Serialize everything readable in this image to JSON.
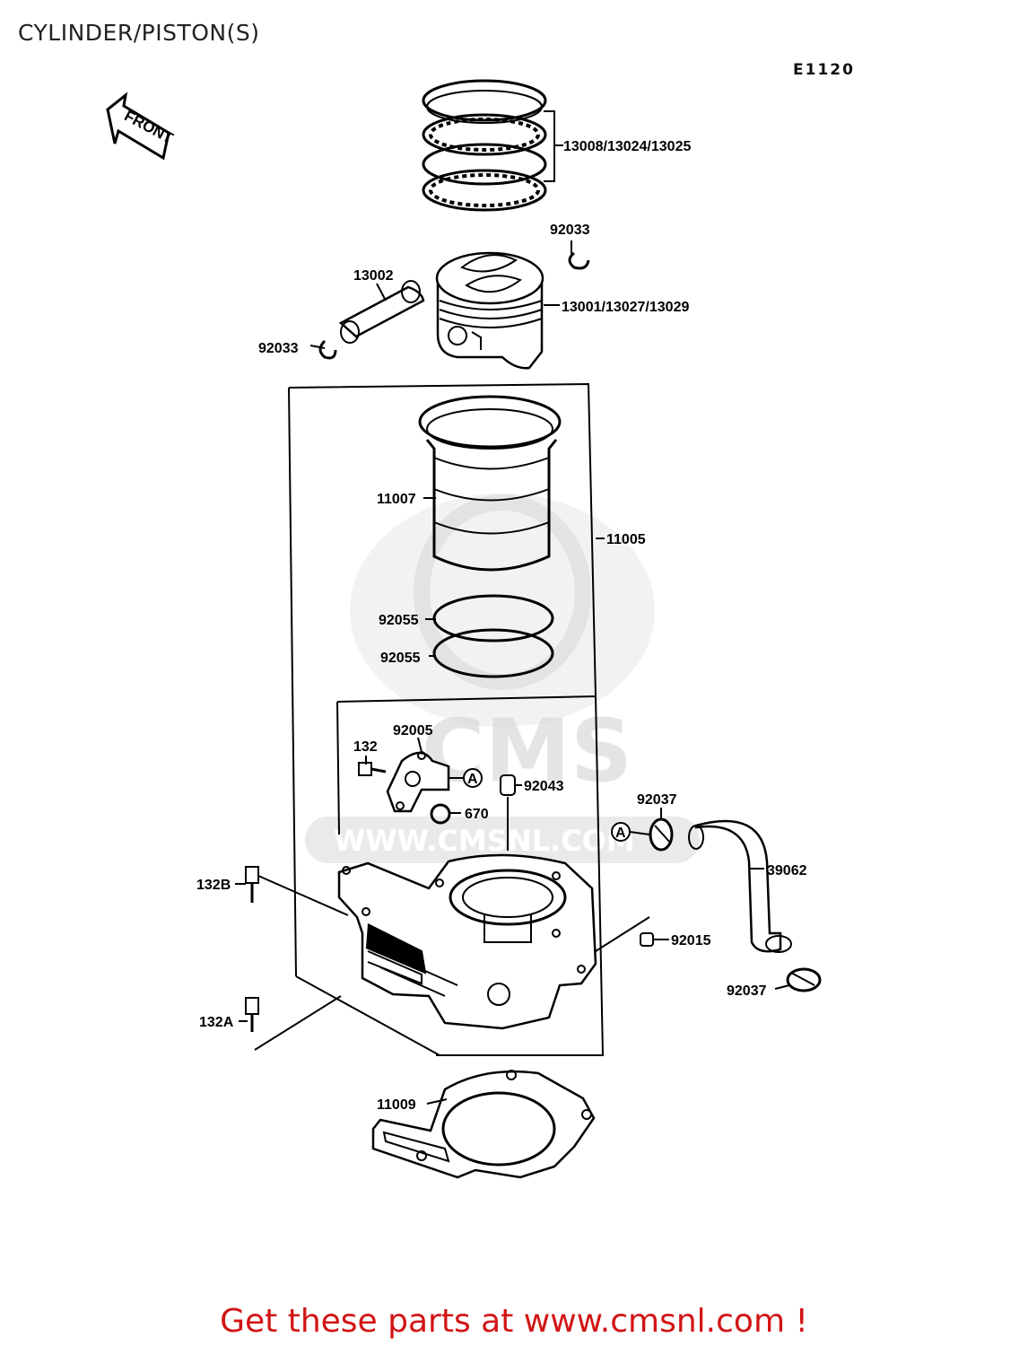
{
  "title": "CYLINDER/PISTON(S)",
  "drawing_code": "E1120",
  "front_marker": "FRONT",
  "watermark": "CMS",
  "watermark_url": "WWW.CMSNL.COM",
  "callouts": {
    "rings": "13008/13024/13025",
    "clip_top": "92033",
    "pin": "13002",
    "piston": "13001/13027/13029",
    "clip_left": "92033",
    "sleeve": "11007",
    "cylinder_assy": "11005",
    "oring_upper": "92055",
    "oring_lower": "92055",
    "fitting": "92005",
    "bolt_fitting": "132",
    "dowel": "92043",
    "oring_fitting": "670",
    "hose_clamp_top": "92037",
    "hose": "39062",
    "bolt_b": "132B",
    "plug": "92015",
    "hose_clamp_bottom": "92037",
    "bolt_a": "132A",
    "gasket": "11009",
    "ref_a_left": "A",
    "ref_a_right": "A"
  },
  "footer": "Get these parts at www.cmsnl.com !",
  "colors": {
    "footer": "#d21414",
    "watermark": "#d9d9d9",
    "line": "#000000"
  }
}
